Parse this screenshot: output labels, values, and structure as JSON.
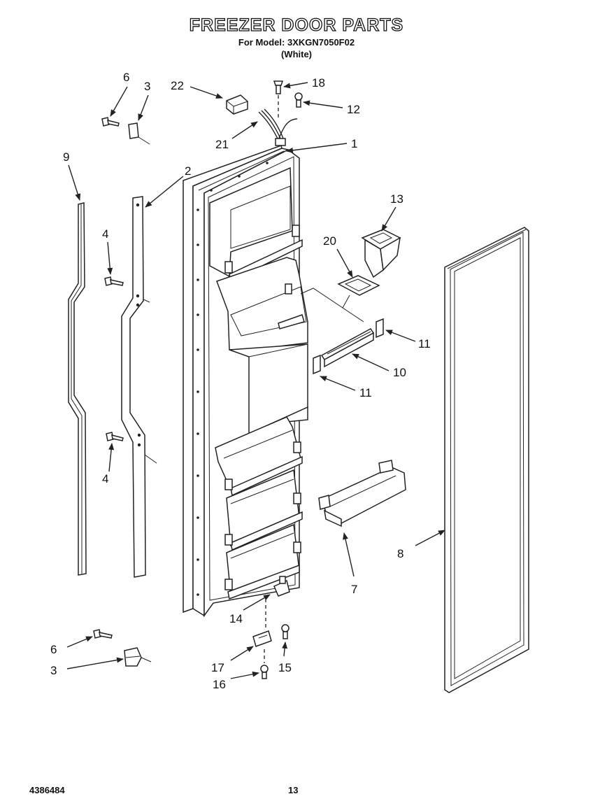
{
  "header": {
    "title": "FREEZER DOOR PARTS",
    "model_line": "For Model: 3XKGN7050F02",
    "color_line": "(White)"
  },
  "footer": {
    "doc_number": "4386484",
    "page_number": "13"
  },
  "callouts": {
    "c1": "1",
    "c2": "2",
    "c3a": "3",
    "c3b": "3",
    "c4a": "4",
    "c4b": "4",
    "c6a": "6",
    "c6b": "6",
    "c7": "7",
    "c8": "8",
    "c9": "9",
    "c10": "10",
    "c11a": "11",
    "c11b": "11",
    "c12": "12",
    "c13": "13",
    "c14": "14",
    "c15": "15",
    "c16": "16",
    "c17": "17",
    "c18": "18",
    "c20": "20",
    "c21": "21",
    "c22": "22"
  }
}
